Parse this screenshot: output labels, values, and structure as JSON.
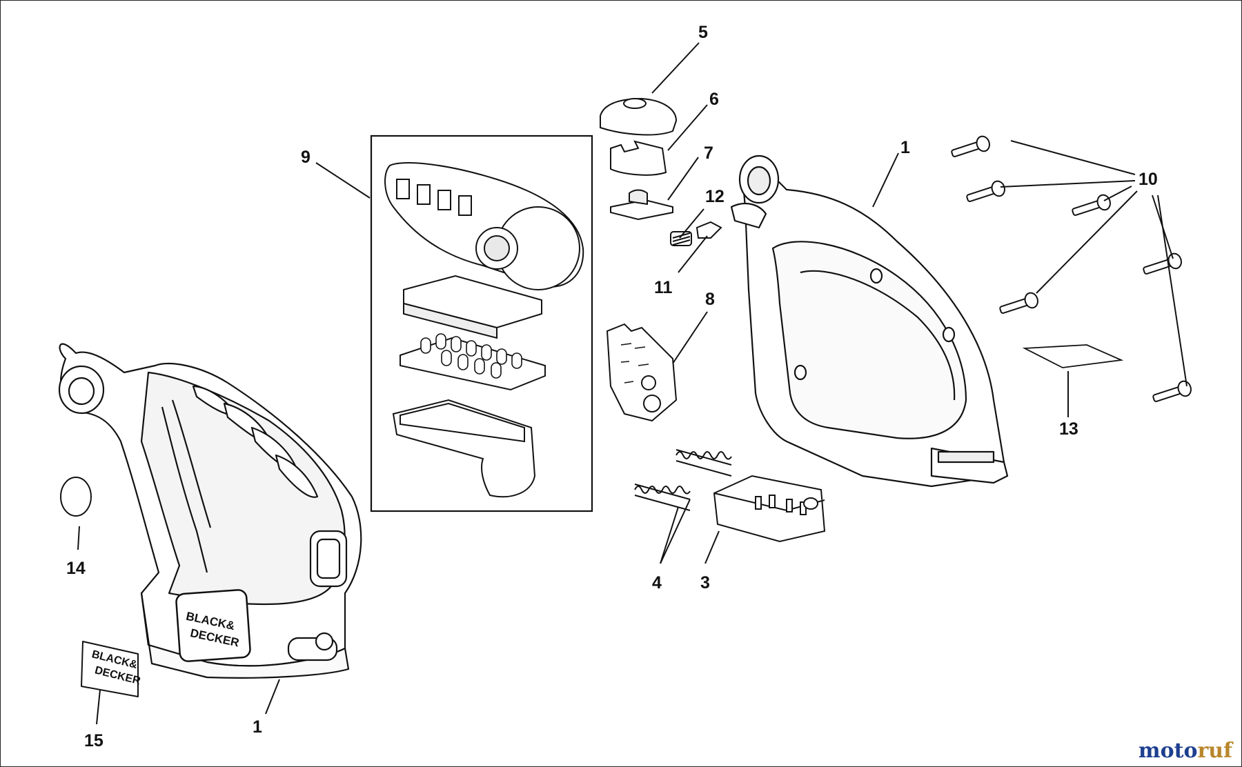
{
  "diagram": {
    "callouts": [
      {
        "id": "1a",
        "text": "1"
      },
      {
        "id": "1b",
        "text": "1"
      },
      {
        "id": "3",
        "text": "3"
      },
      {
        "id": "4",
        "text": "4"
      },
      {
        "id": "5",
        "text": "5"
      },
      {
        "id": "6",
        "text": "6"
      },
      {
        "id": "7",
        "text": "7"
      },
      {
        "id": "8",
        "text": "8"
      },
      {
        "id": "9",
        "text": "9"
      },
      {
        "id": "10",
        "text": "10"
      },
      {
        "id": "11",
        "text": "11"
      },
      {
        "id": "12",
        "text": "12"
      },
      {
        "id": "13",
        "text": "13"
      },
      {
        "id": "14",
        "text": "14"
      },
      {
        "id": "15",
        "text": "15"
      }
    ],
    "brand_logo_text": "BLACK&DECKER",
    "watermark": {
      "part1": "moto",
      "part2": "ruf"
    },
    "colors": {
      "line": "#111111",
      "fill": "#ffffff",
      "shade": "#e9e9e9"
    }
  }
}
